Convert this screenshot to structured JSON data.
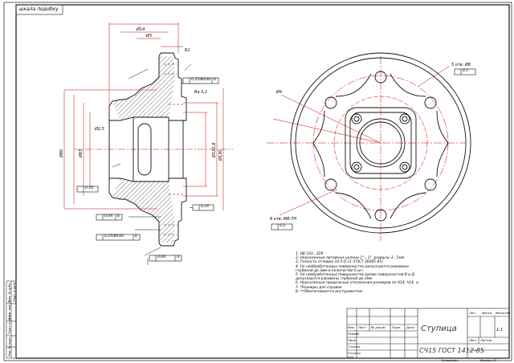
{
  "topleft_tag": "шкала подобку",
  "dims_front": {
    "d_top1": "Ø14",
    "d_top2": "Ø3",
    "d_left1": "Ø80",
    "d_bore": "Ø65",
    "d_small": "Ø2,5",
    "r_top": "R1",
    "fr_runout": "0,25/Ø100",
    "fr_runout2": "0,25/Ø100",
    "fr_perp": "0,04",
    "fr_flat1": "0,16",
    "fr_flat2": "0,16",
    "fr_bottom": "0,04",
    "datum_a": "A",
    "datum_b": "Б",
    "d_spline": "Ø122,8",
    "d_big": "Ø130",
    "ra": "Ra 3,2"
  },
  "dims_side": {
    "holes": "5 отв. Ø8",
    "holes_pos": "0,1",
    "pcd": "Ø4",
    "bottom_holes": "8 отв. M8-7H",
    "bottom_pos": "0,2"
  },
  "notes": [
    "1. НВ 163...229",
    "2. Неуказанные литейные уклоны 1°...3°, радиусы 3...5мм",
    "3. Точность отливки 10-5-0-11 (ГОСТ 26645-85)",
    "4. На необработанных поверхностях допускаются раковины",
    "   глубиной до 3мм в количестве 6 шт.",
    "5. На необработанных поверхностях кроме поверхностей В и Д",
    "   допускаются раковины глубиной до 3мм",
    "6. Неуказанные предельные отклонения размеров по Н14, h14, ±",
    "7. *Размеры для справок",
    "8. **Обеспечивается инструментом"
  ],
  "title_block": {
    "part_name": "Ступица",
    "material": "СЧ15 ГОСТ 1412-85",
    "sheet": "1:1",
    "format": "Формат А3",
    "copied": "Копировал",
    "cols": [
      "Изм",
      "Лист",
      "№ докум.",
      "Подп.",
      "Дата"
    ],
    "roles": [
      "Разраб.",
      "Пров.",
      "Т.контр.",
      "Н.контр.",
      "Утв."
    ],
    "lit": "Лит.",
    "mass": "Масса",
    "scale": "Масштаб",
    "list": "Лист",
    "lists": "Листов"
  },
  "side_strip": [
    "Инв. № подл.",
    "Подп. и дата",
    "Взам. инв. №",
    "Инв. № дубл.",
    "Подп. и дата"
  ]
}
